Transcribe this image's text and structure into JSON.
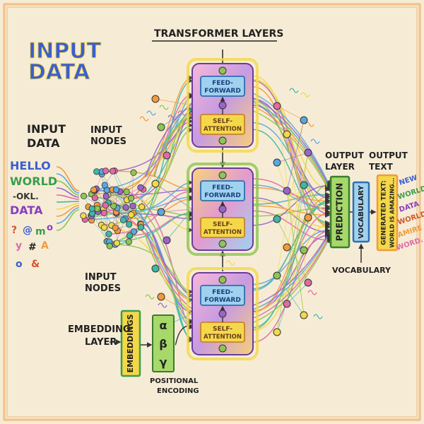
{
  "titles": {
    "corner": [
      "INPUT",
      "DATA"
    ],
    "transformer_layers": "TRANSFORMER LAYERS",
    "input_data": [
      "INPUT",
      "DATA"
    ],
    "input_nodes_top": [
      "INPUT",
      "NODES"
    ],
    "input_nodes_bottom": [
      "INPUT",
      "NODES"
    ],
    "embedding_layer": [
      "EMBEDDING",
      "LAYER"
    ],
    "positional_encoding": [
      "POSITIONAL",
      "ENCODING"
    ],
    "output_layer": [
      "OUTPUT",
      "LAYER"
    ],
    "output_text": [
      "OUTPUT",
      "TEXT"
    ],
    "vocabulary_label": "VOCABULARY"
  },
  "input_words": [
    "HELLO",
    "WORLD",
    "-OKL.",
    "DATA"
  ],
  "input_symbols": [
    "?",
    "@",
    "m",
    "o",
    "y",
    "#",
    "A",
    "o",
    "&"
  ],
  "blocks": [
    {
      "top": "FEED-",
      "top2": "FORWARD",
      "bottom": "SELF-",
      "bottom2": "ATTENTION"
    },
    {
      "top": "FEED-",
      "top2": "FORWARD",
      "bottom": "SELF-",
      "bottom2": "ATTENTION"
    },
    {
      "top": "FEED-",
      "top2": "FORWARD",
      "bottom": "SELF-",
      "bottom2": "ATTENTION"
    }
  ],
  "embeddings_label": "EMBEDDINGS",
  "greek": [
    "α",
    "β",
    "γ"
  ],
  "prediction_label": "PREDICTION",
  "vocabulary_box_label": "VOCABULARY",
  "generated_text": [
    "GENERATED TEXT:",
    "WORLD IS AMAZING..."
  ],
  "output_words": [
    "NEW",
    "WORLD",
    "DATA",
    "WORLD",
    "AMIRE",
    "WORD..."
  ],
  "colors": {
    "paper": "#f6ecd6",
    "orange": "#f39a3c",
    "yellow": "#f4d84a",
    "green": "#8dc653",
    "blue": "#5aa7e0",
    "purple": "#9a64c8",
    "pink": "#e06aa6",
    "teal": "#3fb7a8",
    "ink": "#2a2a2a"
  }
}
